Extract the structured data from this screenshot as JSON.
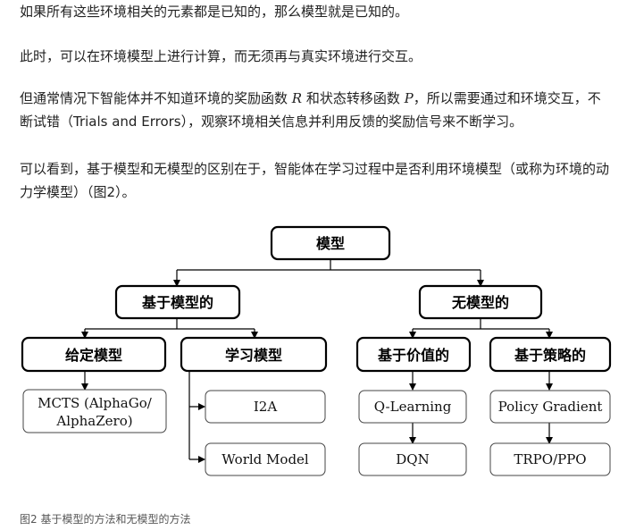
{
  "paragraphs": {
    "p1": "如果所有这些环境相关的元素都是已知的，那么模型就是已知的。",
    "p2": "此时，可以在环境模型上进行计算，而无须再与真实环境进行交互。",
    "p3_a": "但通常情况下智能体并不知道环境的奖励函数 ",
    "p3_R": "R",
    "p3_b": " 和状态转移函数 ",
    "p3_P": "P",
    "p3_c": "，所以需要通过和环境交互，不断试错（Trials and Errors），观察环境相关信息并利用反馈的奖励信号来不断学习。",
    "p4": "可以看到，基于模型和无模型的区别在于，智能体在学习过程中是否利用环境模型（或称为环境的动力学模型）（图2）。"
  },
  "diagram": {
    "root": "模型",
    "model_based": "基于模型的",
    "model_free": "无模型的",
    "given_model": "给定模型",
    "learn_model": "学习模型",
    "value_based": "基于价值的",
    "policy_based": "基于策略的",
    "mcts_line1": "MCTS (AlphaGo/",
    "mcts_line2": "AlphaZero)",
    "i2a": "I2A",
    "world_model": "World Model",
    "q_learning": "Q-Learning",
    "dqn": "DQN",
    "policy_gradient": "Policy Gradient",
    "trpo_ppo": "TRPO/PPO"
  },
  "caption": "图2 基于模型的方法和无模型的方法"
}
